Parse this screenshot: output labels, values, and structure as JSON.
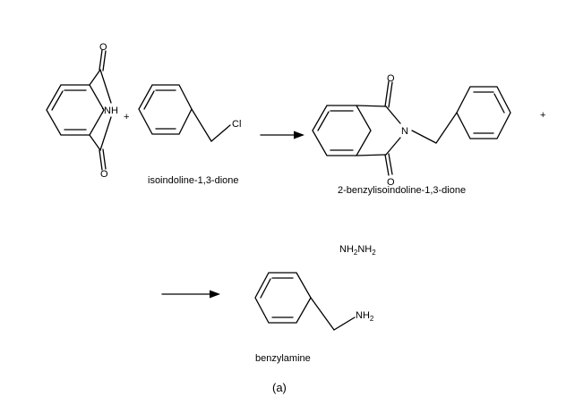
{
  "scheme": {
    "panel_label": "(a)",
    "plus": "+",
    "reagent": {
      "main": "NH",
      "sub1": "2",
      "mid": "NH",
      "sub2": "2"
    },
    "reactants": {
      "phthalimide": {
        "name": "isoindoline-1,3-dione",
        "atoms": {
          "o_top": "O",
          "o_bottom": "O",
          "nh": ":NH"
        }
      },
      "benzyl_chloride": {
        "atoms": {
          "cl": "Cl"
        }
      }
    },
    "intermediate": {
      "name": "2-benzylisoindoline-1,3-dione",
      "atoms": {
        "o_top": "O",
        "o_bottom": "O",
        "n": "N"
      }
    },
    "product": {
      "name": "benzylamine",
      "atoms": {
        "nh": "NH",
        "nh_sub": "2"
      }
    }
  }
}
